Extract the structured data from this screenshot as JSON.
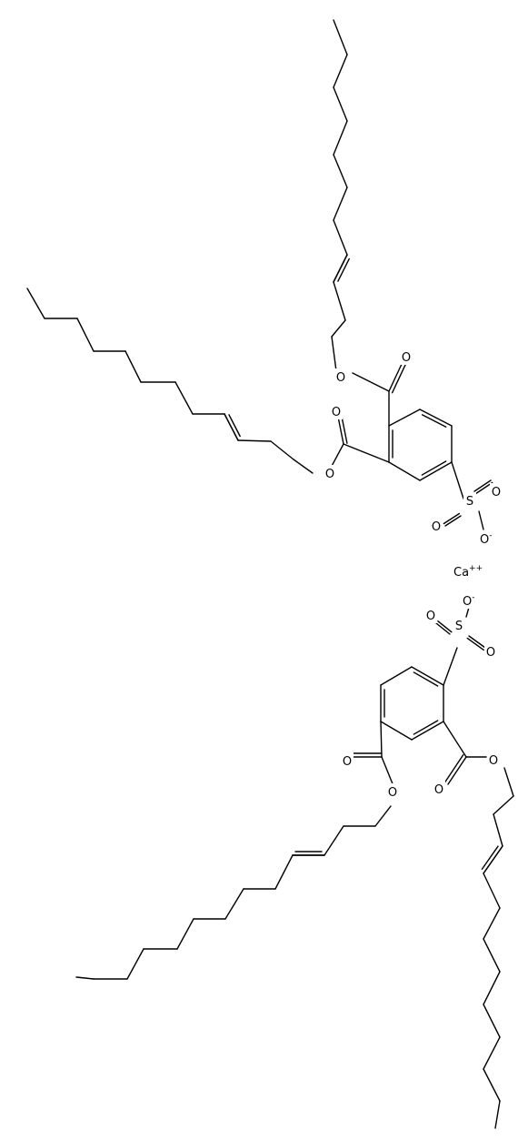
{
  "atoms": {
    "oxygen": "O",
    "sulfur": "S",
    "calcium": "Ca",
    "anion_charge": "-",
    "calcium_charge": "++"
  }
}
